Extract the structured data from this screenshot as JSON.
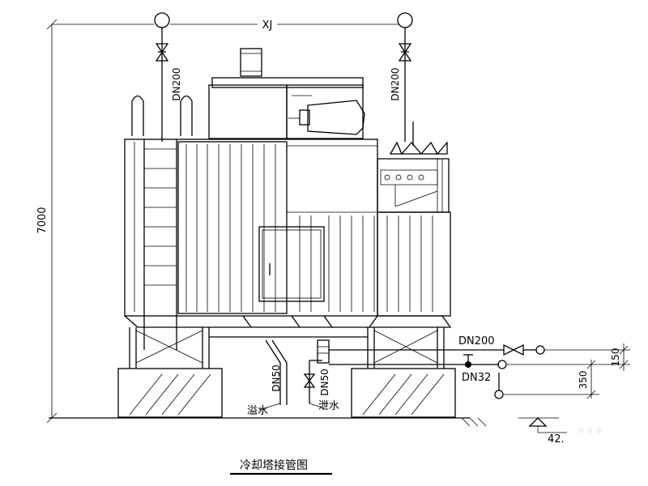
{
  "drawing": {
    "title": "冷却塔接管图",
    "top_label": "XJ",
    "height_dim": "7000",
    "inlet_left": "DN200",
    "inlet_right": "DN200",
    "outlet": "DN200",
    "makeup": "DN32",
    "overflow_pipe": "DN50",
    "drain_pipe": "DN50",
    "overflow_label": "溢水",
    "drain_label": "泄水",
    "dim_150": "150",
    "dim_350": "350",
    "elevation": "42.",
    "watermark": "✧✧✧"
  }
}
